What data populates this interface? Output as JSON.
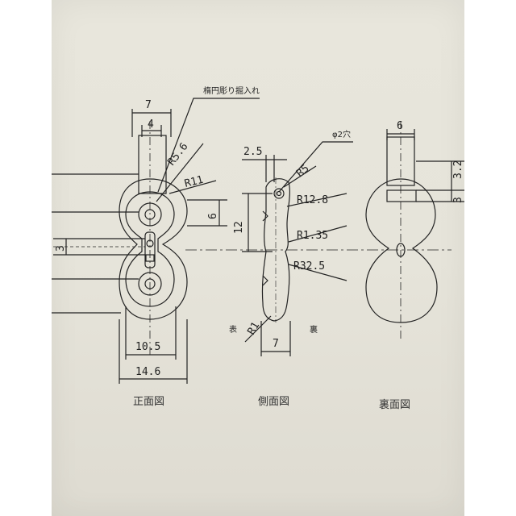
{
  "front_view": {
    "caption": "正面図",
    "dims": {
      "top_width": "7",
      "inner_width": "4",
      "note": "楕円彫り掘入れ",
      "r_top": "R5.6",
      "r_outer": "R11",
      "hole_gap": "6",
      "left_3": "3",
      "inner_bottom": "10.5",
      "overall_width": "14.6"
    }
  },
  "side_view": {
    "caption": "側面図",
    "dims": {
      "top_offset": "2.5",
      "hole": "φ2穴",
      "r5": "R5",
      "r12_8": "R12.8",
      "height": "12",
      "r1_35": "R1.35",
      "r32_5": "R32.5",
      "r1": "R1",
      "width": "7",
      "front_label": "表",
      "back_label": "裏"
    }
  },
  "back_view": {
    "caption": "裏面図",
    "dims": {
      "top_width": "6",
      "right_3": "3",
      "right_cut": "3.2"
    }
  }
}
